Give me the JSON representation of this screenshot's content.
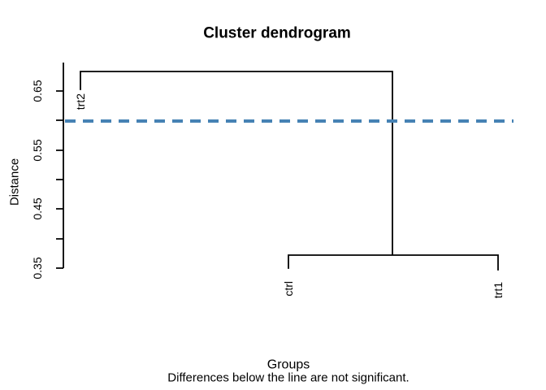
{
  "title": "Cluster dendrogram",
  "y_axis": {
    "label": "Distance",
    "tick_labels": [
      "0.65",
      "0.55",
      "0.45",
      "0.35"
    ]
  },
  "x_axis": {
    "label": "Groups"
  },
  "subtitle": "Differences below the line are not significant.",
  "leaves": [
    "trt2",
    "ctrl",
    "trt1"
  ],
  "threshold": {
    "value": 0.6,
    "color": "#4682B4",
    "style": "dashed"
  },
  "chart_data": {
    "type": "dendrogram",
    "title": "Cluster dendrogram",
    "xlabel": "Groups",
    "ylabel": "Distance",
    "sub_note": "Differences below the line are not significant.",
    "ylim": [
      0.35,
      0.7
    ],
    "yticks_all": [
      0.35,
      0.4,
      0.45,
      0.5,
      0.55,
      0.6,
      0.65
    ],
    "yticks_labeled": [
      0.35,
      0.45,
      0.55,
      0.65
    ],
    "grid": false,
    "leaves_left_to_right": [
      "trt2",
      "ctrl",
      "trt1"
    ],
    "merges": [
      {
        "cluster": [
          "ctrl",
          "trt1"
        ],
        "height": 0.37
      },
      {
        "cluster": [
          [
            "ctrl",
            "trt1"
          ],
          "trt2"
        ],
        "height": 0.68
      }
    ],
    "significance_line": {
      "height": 0.6,
      "color": "#4682B4",
      "line_style": "dashed",
      "meaning": "Differences below the line are not significant."
    }
  }
}
